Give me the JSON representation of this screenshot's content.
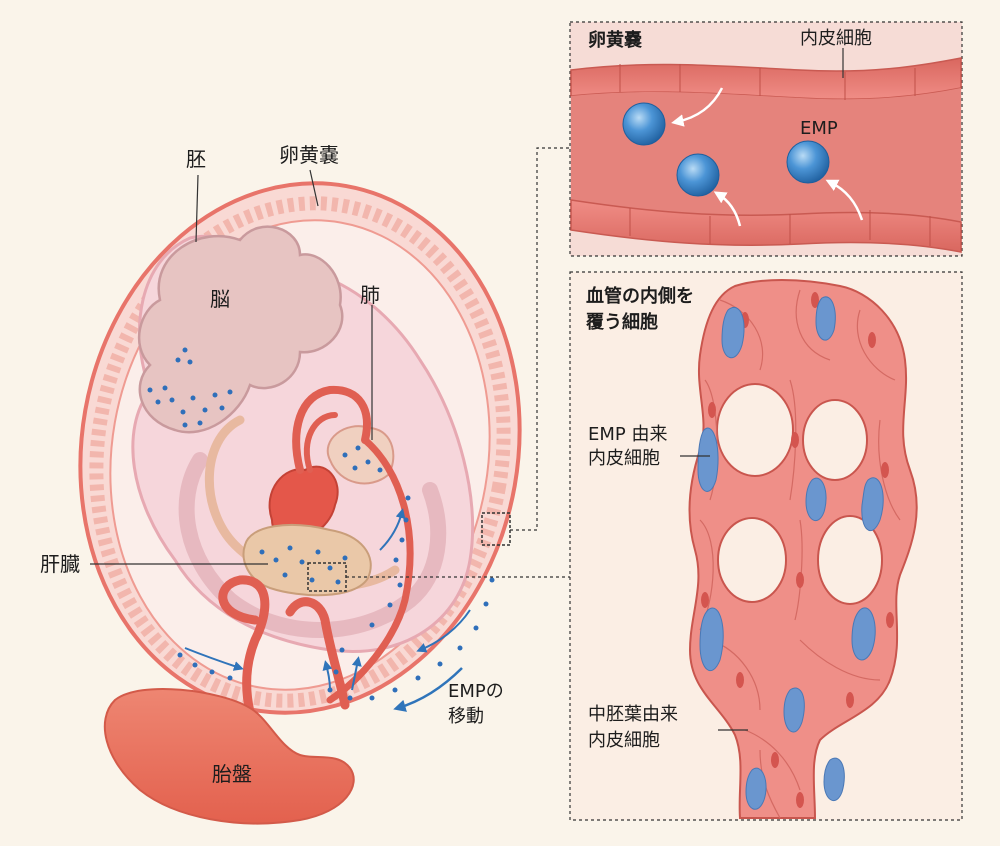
{
  "colors": {
    "background": "#faf4ea",
    "sac_outline": "#e8746a",
    "embryo_pink": "#f4cdd3",
    "vessel_red": "#e05f52",
    "emp_blue": "#3b82c4",
    "endothelial_pink": "#f0958f",
    "endothelial_blue": "#6a96cf"
  },
  "labels": {
    "embryo": "胚",
    "yolk_sac": "卵黄嚢",
    "brain": "脳",
    "lung": "肺",
    "liver": "肝臓",
    "placenta": "胎盤",
    "emp_migration_line1": "EMPの",
    "emp_migration_line2": "移動"
  },
  "panel_top": {
    "title": "卵黄嚢",
    "endothelium": "内皮細胞",
    "emp": "EMP"
  },
  "panel_bottom": {
    "title_line1": "血管の内側を",
    "title_line2": "覆う細胞",
    "emp_derived_line1": "EMP 由来",
    "emp_derived_line2": "内皮細胞",
    "meso_derived_line1": "中胚葉由来",
    "meso_derived_line2": "内皮細胞"
  },
  "icons": {
    "migration_arrow": "curved-arrow-icon",
    "emp_cell": "blue-sphere-icon"
  }
}
